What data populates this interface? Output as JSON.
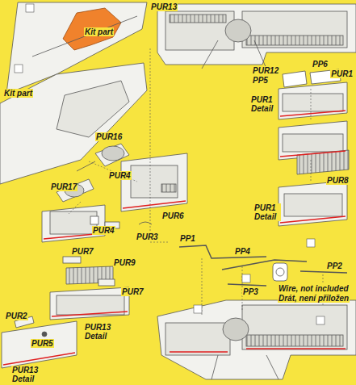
{
  "diagram": {
    "labels": [
      "Kit part",
      "Kit part",
      "PUR13",
      "PUR12",
      "PP5",
      "PP6",
      "PUR1",
      "PUR1 Detail",
      "PUR8",
      "PUR1 Detail",
      "PUR16",
      "PUR4",
      "PUR17",
      "PUR6",
      "PUR4",
      "PUR3",
      "PUR7",
      "PUR9",
      "PUR7",
      "PUR2",
      "PUR5",
      "PUR13 Detail",
      "PUR13 Detail",
      "PP1",
      "PP4",
      "PP2",
      "PP3",
      "Wire, not included",
      "Drát, není přiložen"
    ]
  }
}
